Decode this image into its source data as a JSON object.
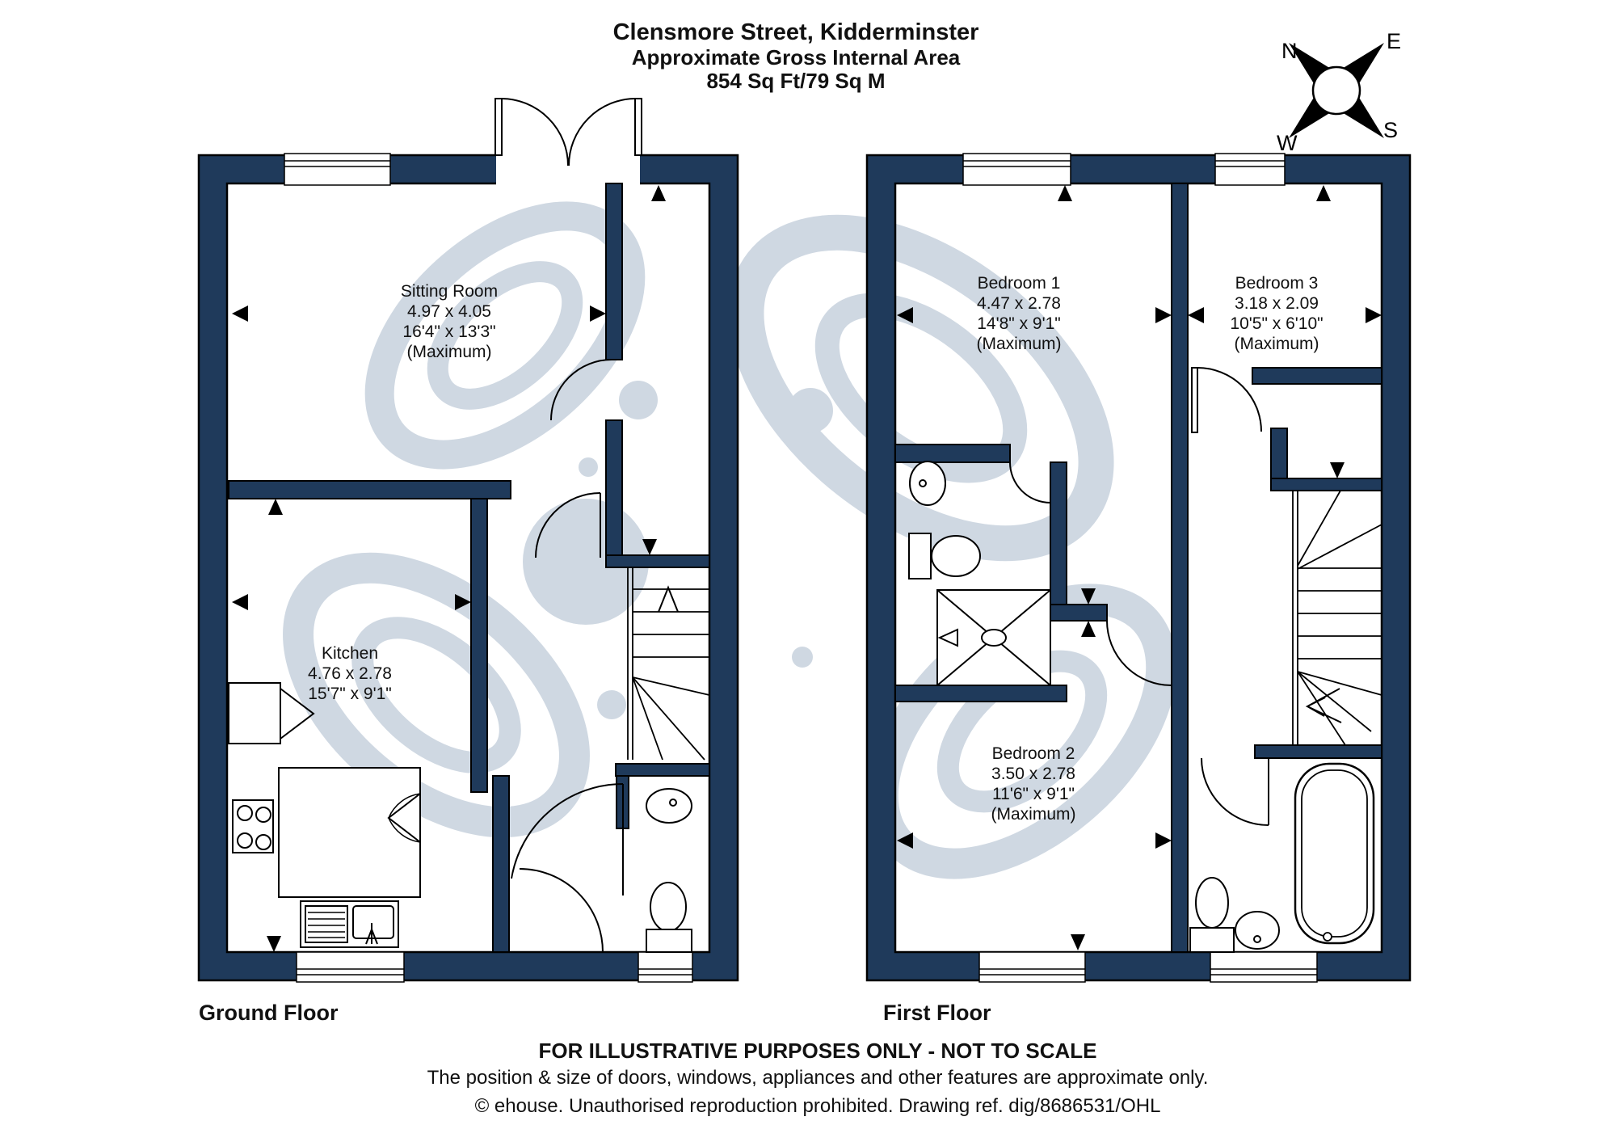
{
  "title": {
    "line1": "Clensmore Street, Kidderminster",
    "line2": "Approximate Gross Internal Area",
    "line3": "854 Sq Ft/79 Sq M"
  },
  "compass": {
    "n": "N",
    "e": "E",
    "s": "S",
    "w": "W"
  },
  "floors": {
    "ground": {
      "label": "Ground Floor",
      "rooms": [
        {
          "name": "Sitting Room",
          "dims_m": "4.97 x 4.05",
          "dims_ft": "16'4\" x 13'3\"",
          "note": "(Maximum)"
        },
        {
          "name": "Kitchen",
          "dims_m": "4.76 x 2.78",
          "dims_ft": "15'7\" x 9'1\"",
          "note": ""
        }
      ]
    },
    "first": {
      "label": "First Floor",
      "rooms": [
        {
          "name": "Bedroom 1",
          "dims_m": "4.47 x 2.78",
          "dims_ft": "14'8\" x 9'1\"",
          "note": "(Maximum)"
        },
        {
          "name": "Bedroom 3",
          "dims_m": "3.18 x 2.09",
          "dims_ft": "10'5\" x 6'10\"",
          "note": "(Maximum)"
        },
        {
          "name": "Bedroom 2",
          "dims_m": "3.50 x 2.78",
          "dims_ft": "11'6\" x 9'1\"",
          "note": "(Maximum)"
        }
      ]
    }
  },
  "footer": {
    "line1": "FOR ILLUSTRATIVE PURPOSES ONLY - NOT TO SCALE",
    "line2": "The position & size of doors, windows, appliances and other features are approximate only.",
    "line3": "© ehouse. Unauthorised reproduction prohibited. Drawing ref. dig/8686531/OHL"
  },
  "colors": {
    "wall": "#1f3a5b",
    "outline": "#000000",
    "watermark": "#cfd8e2",
    "background": "#ffffff"
  }
}
